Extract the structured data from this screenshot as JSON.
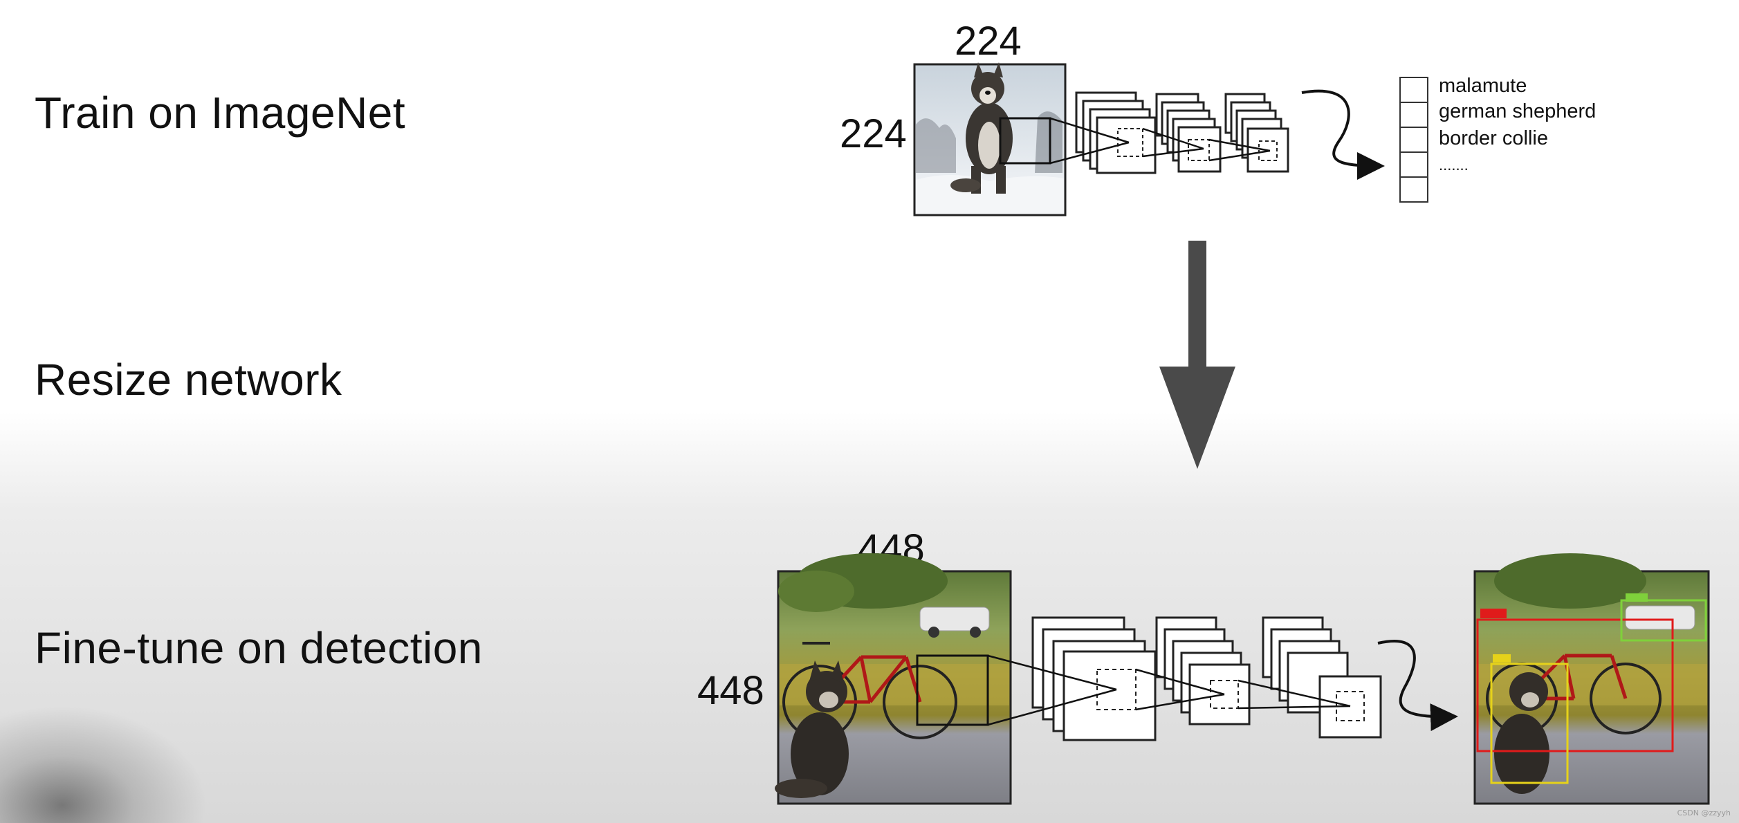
{
  "stages": [
    {
      "id": "train",
      "label": "Train on ImageNet"
    },
    {
      "id": "resize",
      "label": "Resize network"
    },
    {
      "id": "finetune",
      "label": "Fine-tune on detection"
    }
  ],
  "top": {
    "width_label": "224",
    "height_label": "224",
    "classes": [
      "malamute",
      "german shepherd",
      "border collie",
      "......."
    ]
  },
  "bottom": {
    "width_label": "448",
    "height_label": "448",
    "detections": [
      "bicycle",
      "truck",
      "dog"
    ]
  },
  "watermark": "CSDN @zzyyh",
  "colors": {
    "arrow": "#4a4a4a",
    "bicycle_box": "#e01b1b",
    "truck_box": "#7fd13b",
    "dog_box": "#e6d21a"
  }
}
